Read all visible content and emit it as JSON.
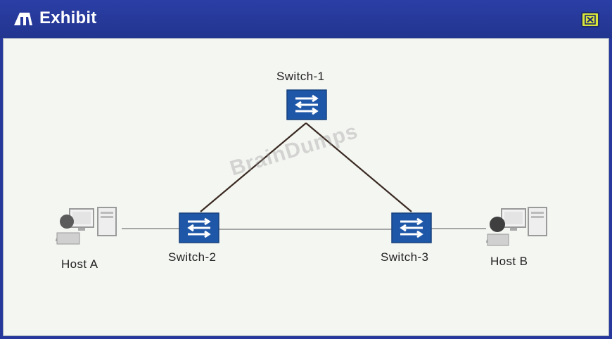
{
  "window": {
    "title": "Exhibit",
    "icon": "exhibit-icon",
    "close_icon": "close-icon"
  },
  "diagram": {
    "watermark": "BrainDumps",
    "devices": {
      "switch1": "Switch-1",
      "switch2": "Switch-2",
      "switch3": "Switch-3",
      "host_a": "Host A",
      "host_b": "Host B"
    }
  },
  "colors": {
    "titlebar": "#26389c",
    "switch": "#1f57a8",
    "close": "#d7e43a",
    "background": "#f4f6f2"
  }
}
